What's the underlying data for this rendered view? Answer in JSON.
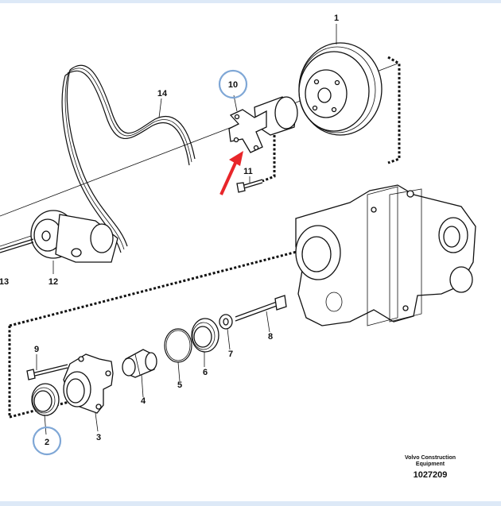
{
  "callouts": {
    "c1": "1",
    "c2": "2",
    "c3": "3",
    "c4": "4",
    "c5": "5",
    "c6": "6",
    "c7": "7",
    "c8": "8",
    "c9": "9",
    "c10": "10",
    "c11": "11",
    "c12": "12",
    "c13": "13",
    "c14": "14"
  },
  "highlighted_callouts": [
    "10",
    "2"
  ],
  "highlight_color": "#7fa7d6",
  "arrow_color": "#e8262a",
  "footer": {
    "brand": "Volvo Construction Equipment",
    "doc_number": "1027209"
  }
}
